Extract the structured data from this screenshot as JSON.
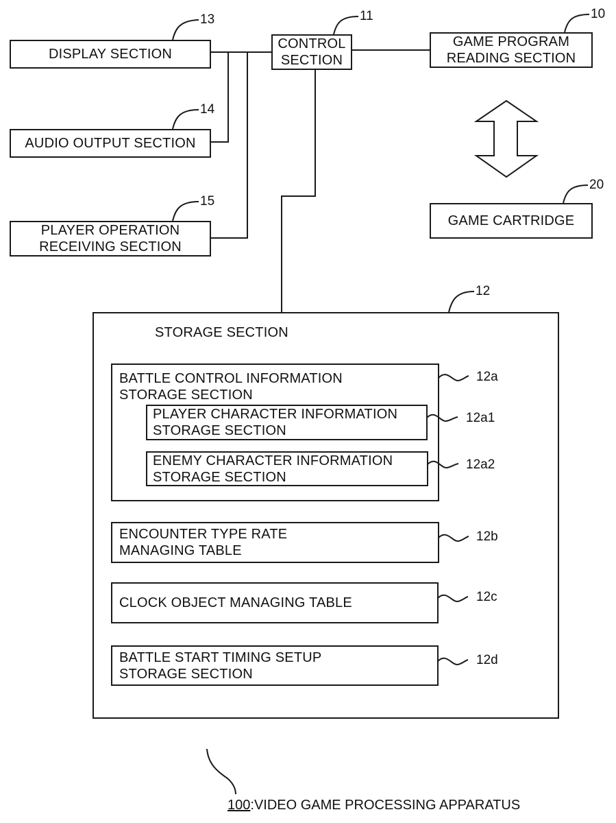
{
  "diagram": {
    "blocks": {
      "display": {
        "label": "DISPLAY SECTION",
        "ref": "13"
      },
      "audio": {
        "label": "AUDIO OUTPUT SECTION",
        "ref": "14"
      },
      "player_op": {
        "label_line1": "PLAYER OPERATION",
        "label_line2": "RECEIVING SECTION",
        "ref": "15"
      },
      "control": {
        "label_line1": "CONTROL",
        "label_line2": "SECTION",
        "ref": "11"
      },
      "game_program": {
        "label_line1": "GAME PROGRAM",
        "label_line2": "READING SECTION",
        "ref": "10"
      },
      "cartridge": {
        "label": "GAME CARTRIDGE",
        "ref": "20"
      },
      "storage": {
        "label": "STORAGE SECTION",
        "ref": "12",
        "battle_control": {
          "label_line1": "BATTLE CONTROL INFORMATION",
          "label_line2": "STORAGE SECTION",
          "ref": "12a"
        },
        "player_char": {
          "label_line1": "PLAYER CHARACTER INFORMATION",
          "label_line2": "STORAGE SECTION",
          "ref": "12a1"
        },
        "enemy_char": {
          "label_line1": "ENEMY CHARACTER INFORMATION",
          "label_line2": "STORAGE SECTION",
          "ref": "12a2"
        },
        "encounter": {
          "label_line1": "ENCOUNTER TYPE RATE",
          "label_line2": "MANAGING TABLE",
          "ref": "12b"
        },
        "clock": {
          "label": "CLOCK OBJECT MANAGING TABLE",
          "ref": "12c"
        },
        "battle_start": {
          "label_line1": "BATTLE START TIMING SETUP",
          "label_line2": "STORAGE SECTION",
          "ref": "12d"
        }
      }
    },
    "caption": {
      "number": "100",
      "separator": ":",
      "title": "VIDEO GAME PROCESSING APPARATUS"
    },
    "arrow": {
      "icon": "double-headed-vertical-arrow",
      "meaning": "bidirectional"
    }
  }
}
